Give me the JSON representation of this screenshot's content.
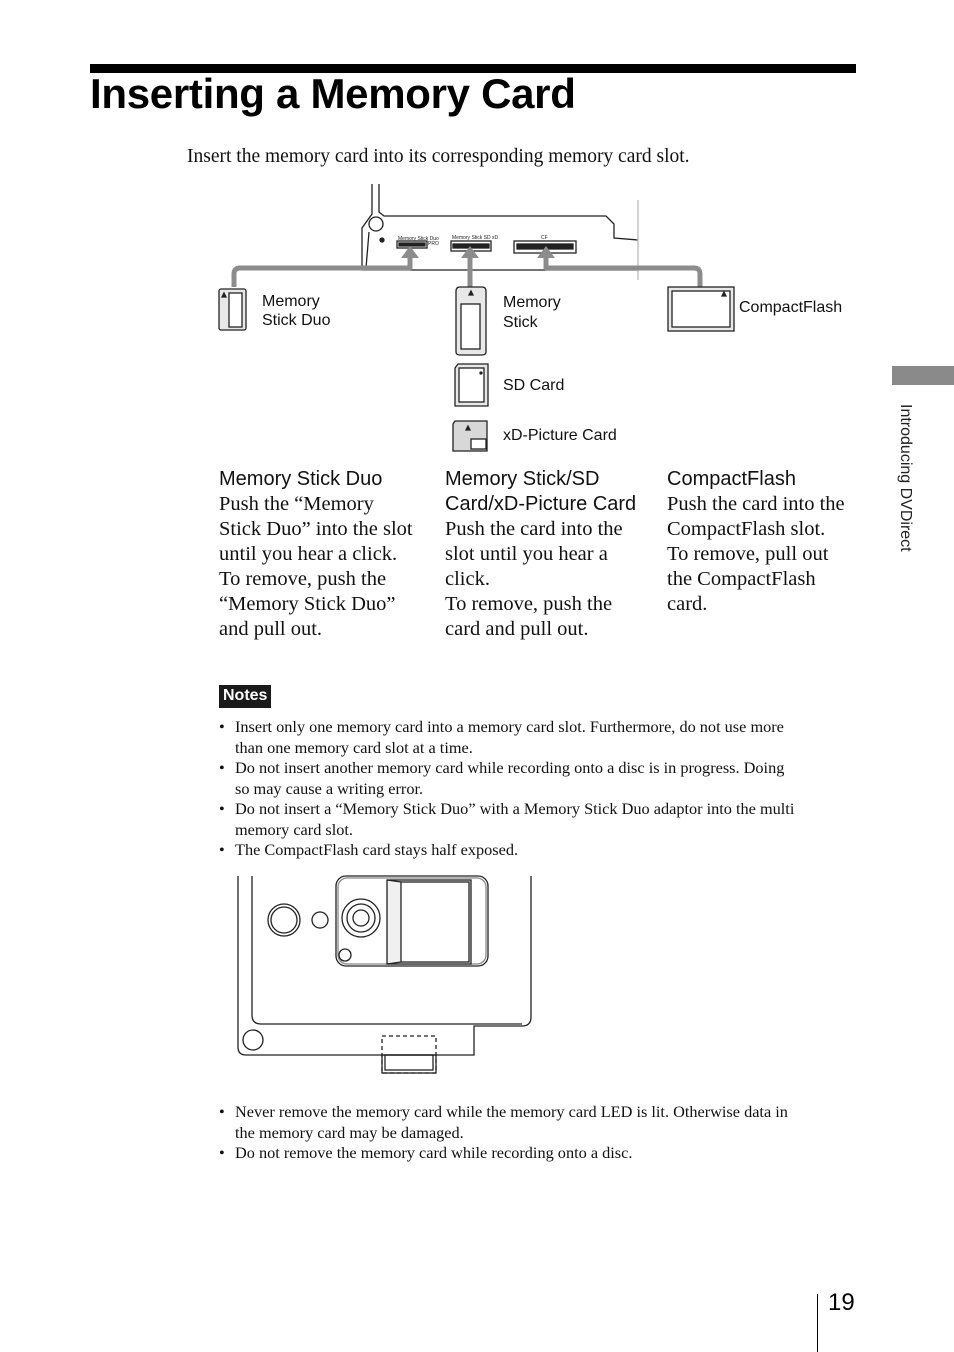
{
  "page": {
    "title": "Inserting a Memory Card",
    "intro": "Insert the memory card into its corresponding memory card slot.",
    "page_number": "19",
    "side_tab_label": "Introducing DVDirect"
  },
  "diagram1": {
    "labels": {
      "memory_stick_duo": [
        "Memory",
        "Stick Duo"
      ],
      "memory_stick": [
        "Memory",
        "Stick"
      ],
      "compactflash": "CompactFlash",
      "sd_card": "SD Card",
      "xd_card": "xD-Picture Card"
    },
    "slot_labels": {
      "ms_duo": "Memory Stick Duo",
      "ms_sd_xd": "Memory Stick SD xD",
      "cf": "CF",
      "pro": "PRO"
    }
  },
  "columns": [
    {
      "heading": [
        "Memory Stick Duo"
      ],
      "body": [
        "Push the “Memory",
        "Stick Duo” into the slot",
        "until you hear a click.",
        "To remove, push the",
        "“Memory Stick Duo”",
        "and pull out."
      ]
    },
    {
      "heading": [
        "Memory Stick/SD",
        "Card/xD-Picture Card"
      ],
      "body": [
        "Push the card into the",
        "slot until you hear a",
        "click.",
        "To remove, push the",
        "card and pull out."
      ]
    },
    {
      "heading": [
        "CompactFlash"
      ],
      "body": [
        "Push the card into the",
        "CompactFlash slot.",
        "To remove, pull out",
        "the CompactFlash",
        "card."
      ]
    }
  ],
  "notes": {
    "badge": "Notes",
    "bullet_symbol": "•",
    "items": [
      [
        "Insert only one memory card into a memory card slot. Furthermore, do not use more",
        "than one memory card slot at a time."
      ],
      [
        "Do not insert another memory card while recording onto a disc is in progress. Doing",
        "so may cause a writing error."
      ],
      [
        "Do not insert a “Memory Stick Duo” with a Memory Stick Duo adaptor into the multi",
        "memory card slot."
      ],
      [
        "The CompactFlash card stays half exposed."
      ]
    ],
    "items_after": [
      [
        "Never remove the memory card while the memory card LED is lit. Otherwise data in",
        "the memory card may be damaged."
      ],
      [
        "Do not remove the memory card while recording onto a disc."
      ]
    ]
  }
}
